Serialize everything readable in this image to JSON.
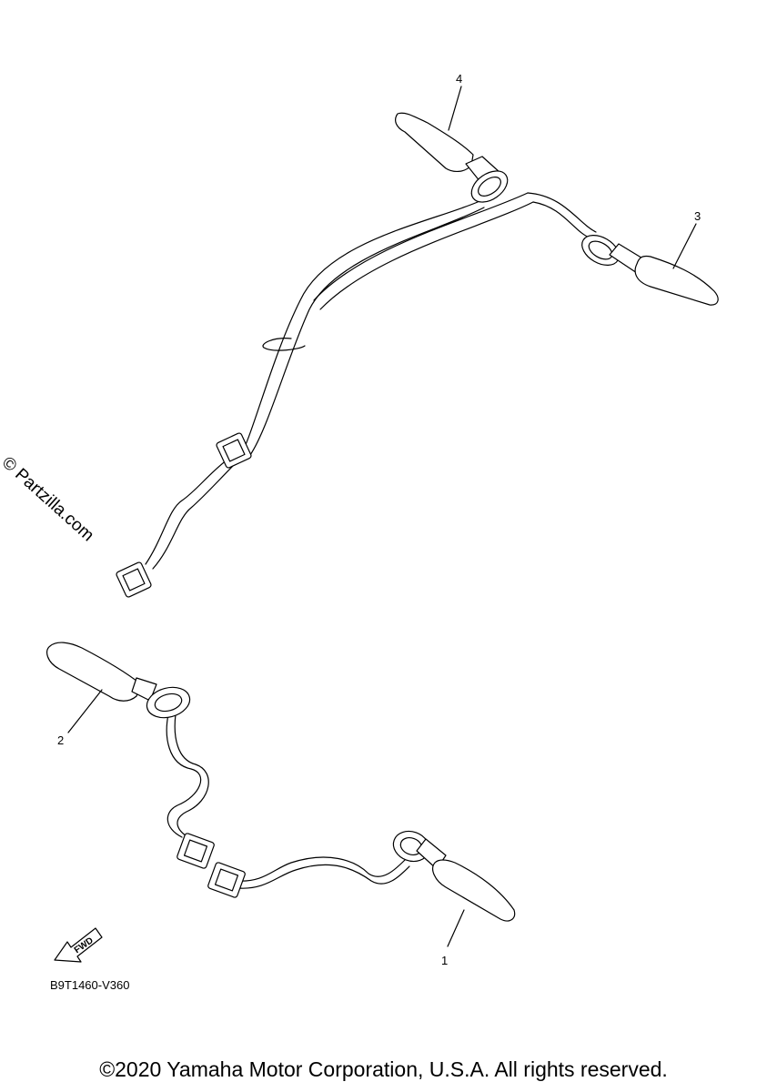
{
  "diagram": {
    "callouts": [
      "1",
      "2",
      "3",
      "4"
    ],
    "watermark": "© Partzilla.com",
    "direction_arrow": "FWD",
    "drawing_code": "B9T1460-V360",
    "copyright": "©2020 Yamaha Motor Corporation, U.S.A. All rights reserved."
  }
}
